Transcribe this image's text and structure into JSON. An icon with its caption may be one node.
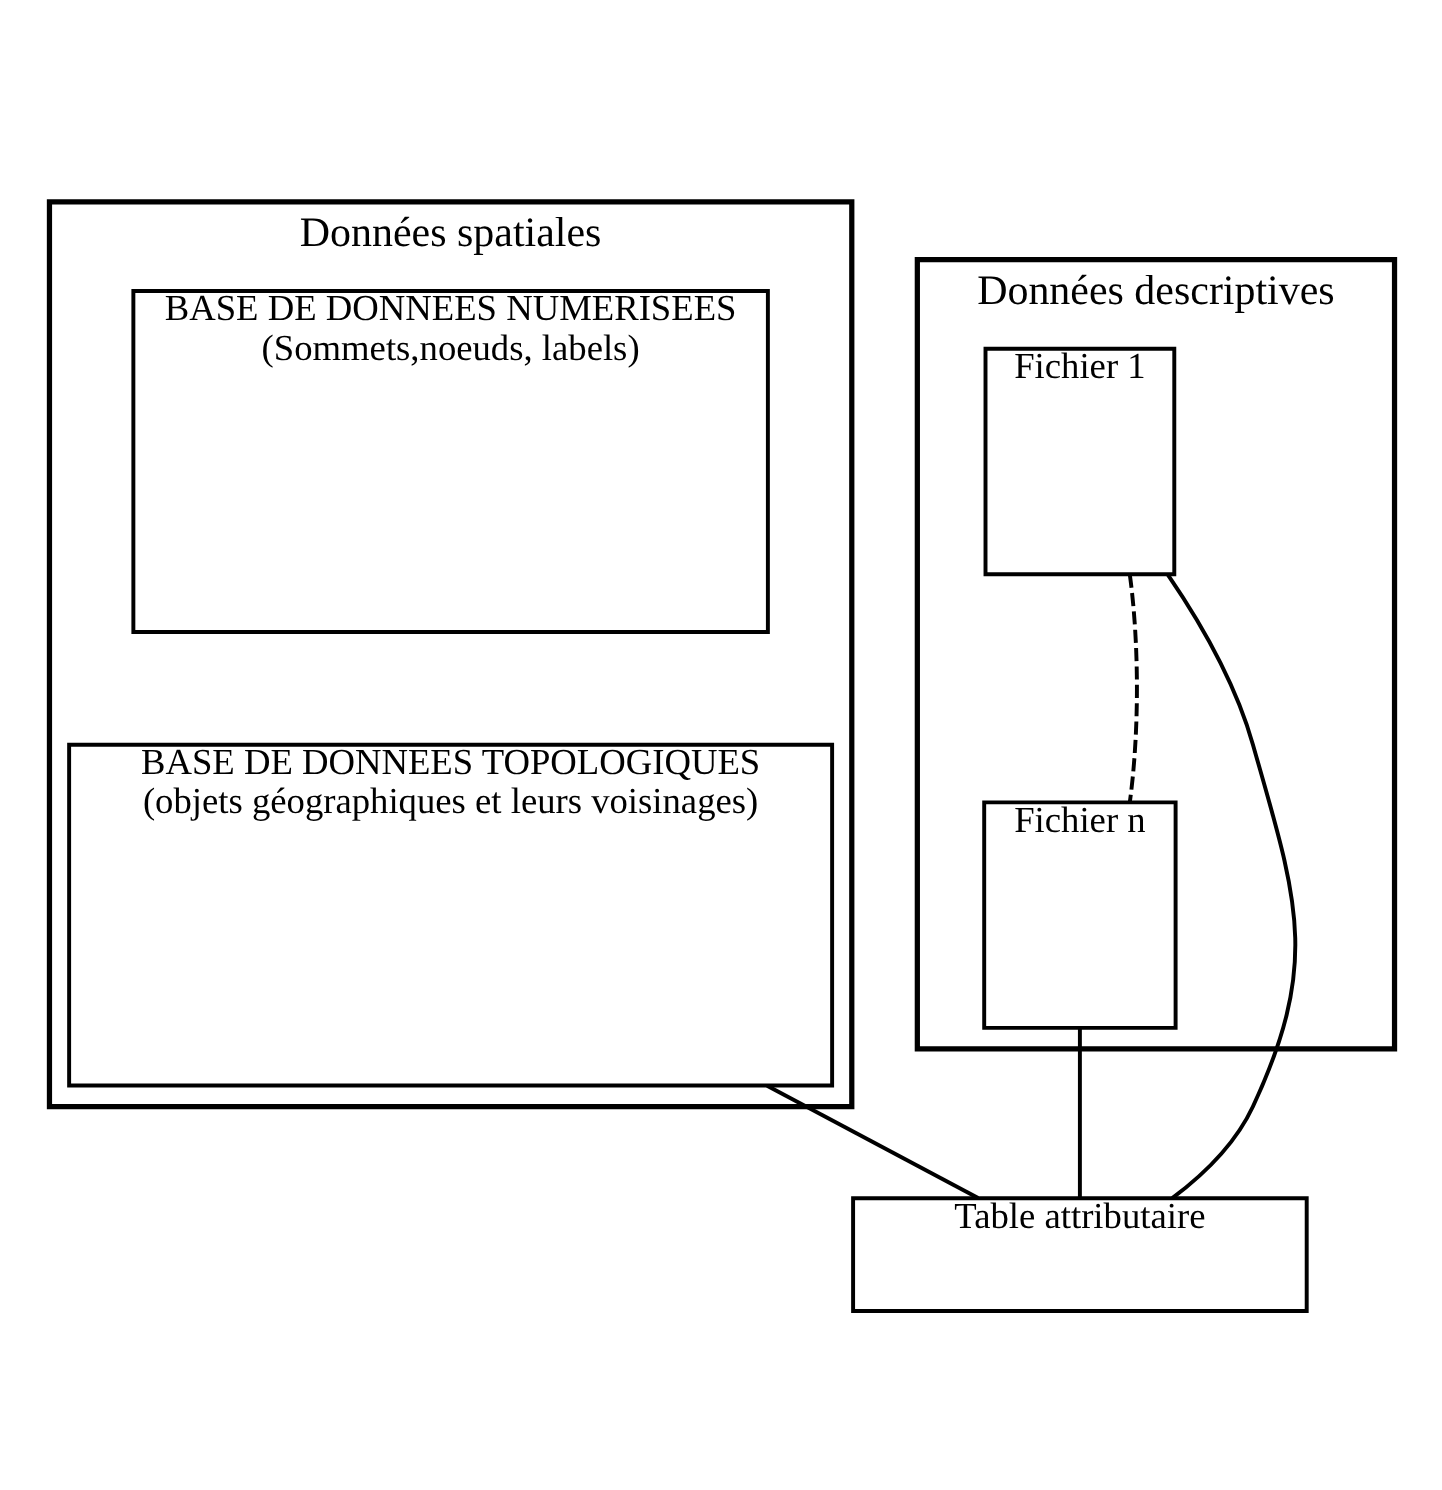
{
  "diagram": {
    "nodes": [
      {
        "text": [
          "Données spatiales"
        ]
      },
      {
        "text": [
          "BASE DE DONNEES NUMERISEES",
          "(Sommets,noeuds, labels)"
        ],
        "in": 0
      },
      {
        "text": [
          "BASE DE DONNEES TOPOLOGIQUES",
          "(objets géographiques et leurs voisinages)"
        ],
        "in": 0
      },
      {
        "text": [
          "Données descriptives"
        ]
      },
      {
        "text": [
          "Fichier 1"
        ],
        "in": 3
      },
      {
        "text": [
          "Fichier n"
        ],
        "in": 3
      },
      {
        "text": [
          "Table attributaire"
        ]
      }
    ],
    "edges": [
      {
        "from": 2,
        "to": 6,
        "arrow": "none"
      },
      {
        "from": 6,
        "to": 4,
        "arrow": "none"
      },
      {
        "from": 6,
        "to": 5,
        "arrow": "none"
      },
      {
        "from": 4,
        "to": 5,
        "arrow": "none",
        "style": "dashed"
      }
    ]
  }
}
